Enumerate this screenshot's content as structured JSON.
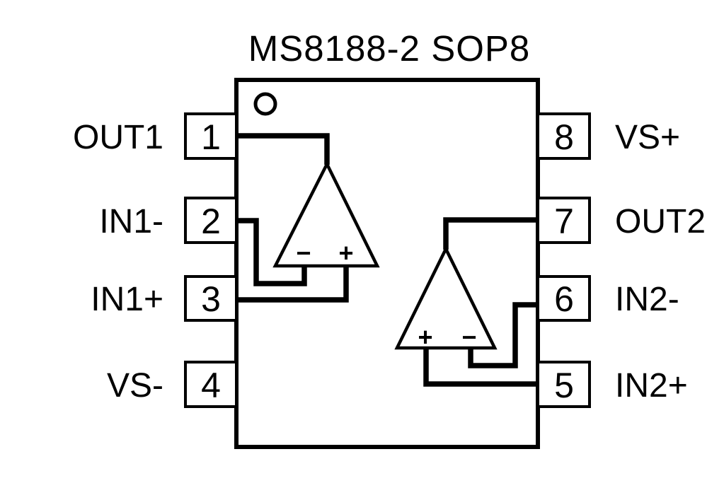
{
  "title": "MS8188-2 SOP8",
  "colors": {
    "line": "#000000",
    "background": "#ffffff"
  },
  "package": {
    "type": "SOP8",
    "pin1_indicator": "circle-dot",
    "left_pins": [
      {
        "number": "1",
        "label": "OUT1"
      },
      {
        "number": "2",
        "label": "IN1-"
      },
      {
        "number": "3",
        "label": "IN1+"
      },
      {
        "number": "4",
        "label": "VS-"
      }
    ],
    "right_pins": [
      {
        "number": "8",
        "label": "VS+"
      },
      {
        "number": "7",
        "label": "OUT2"
      },
      {
        "number": "6",
        "label": "IN2-"
      },
      {
        "number": "5",
        "label": "IN2+"
      }
    ]
  },
  "opamps": [
    {
      "id": "1",
      "left_sign": "−",
      "right_sign": "+",
      "output_pin": "1",
      "inverting_pin": "2",
      "noninverting_pin": "3"
    },
    {
      "id": "2",
      "left_sign": "+",
      "right_sign": "−",
      "output_pin": "7",
      "inverting_pin": "6",
      "noninverting_pin": "5"
    }
  ]
}
